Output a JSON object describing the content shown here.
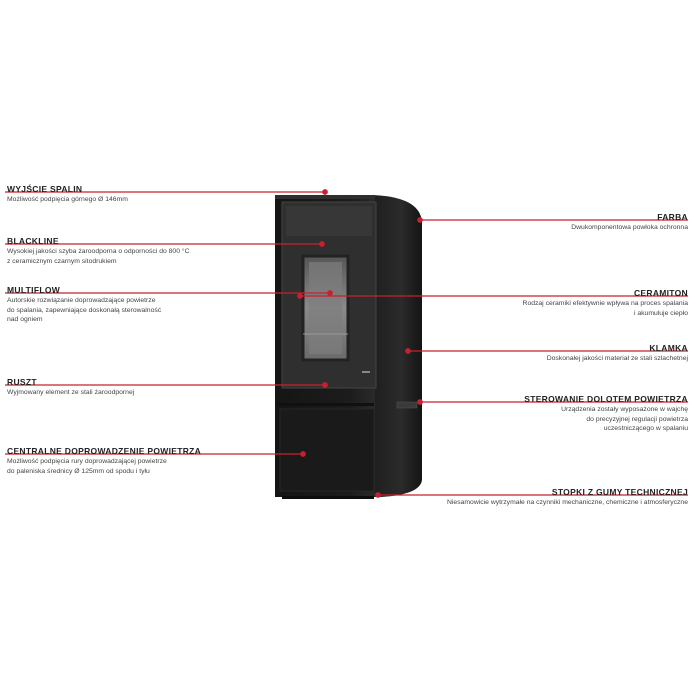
{
  "colors": {
    "accent": "#c8202f",
    "stove_body": "#1a1a1a",
    "stove_edge": "#2d2d2d",
    "glass": "#3a3a3a"
  },
  "callouts_left": [
    {
      "title": "WYJŚCIE SPALIN",
      "lines": [
        "Możliwość podpięcia górnego Ø 146mm"
      ]
    },
    {
      "title": "BLACKLINE",
      "lines": [
        "Wysokiej jakości szyba żaroodporna o odporności do 800 °C",
        "z ceramicznym czarnym sitodrukiem"
      ]
    },
    {
      "title": "MULTIFLOW",
      "lines": [
        "Autorskie rozwiązanie doprowadzające powietrze",
        "do spalania, zapewniające doskonałą sterowalność",
        "nad ogniem"
      ]
    },
    {
      "title": "RUSZT",
      "lines": [
        "Wyjmowany element ze stali żaroodpornej"
      ]
    },
    {
      "title": "CENTRALNE DOPROWADZENIE POWIETRZA",
      "lines": [
        "Możliwość podpięcia rury doprowadzającej powietrze",
        "do paleniska średnicy Ø 125mm od spodu i tyłu"
      ]
    }
  ],
  "callouts_right": [
    {
      "title": "FARBA",
      "lines": [
        "Dwukomponentowa powłoka ochronna"
      ]
    },
    {
      "title": "CERAMITON",
      "lines": [
        "Rodzaj ceramiki efektywnie wpływa na proces spalania",
        "i akumuluje ciepło"
      ]
    },
    {
      "title": "KLAMKA",
      "lines": [
        "Doskonałej jakości materiał ze stali szlachetnej"
      ]
    },
    {
      "title": "STEROWANIE DOLOTEM POWIETRZA",
      "lines": [
        "Urządzenia zostały wyposażone w wajchę",
        "do precyzyjnej regulacji powietrza",
        "uczestniczącego w spalaniu"
      ]
    },
    {
      "title": "STOPKI Z GUMY TECHNICZNEJ",
      "lines": [
        "Niesamowicie wytrzymałe na czynniki mechaniczne, chemiczne i atmosferyczne"
      ]
    }
  ]
}
